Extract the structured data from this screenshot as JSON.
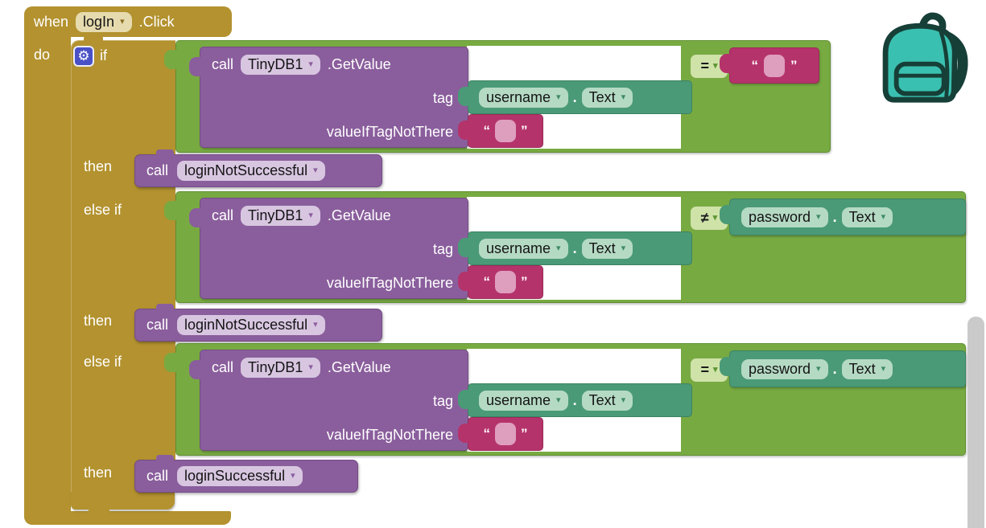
{
  "icons": {
    "dropdown_arrow": "▾",
    "gear": "⚙",
    "quote_open": "“",
    "quote_close": "”",
    "backpack": "backpack-icon"
  },
  "colors": {
    "event_gold": "#b3922f",
    "logic_green": "#78aa42",
    "procedure_purple": "#8a5e9c",
    "component_teal": "#4a9a77",
    "text_magenta": "#b5336b",
    "gear_blue": "#4a51c6",
    "backpack_teal": "#3ac0b0",
    "scrollbar_gray": "#cacaca"
  },
  "event_block": {
    "keyword": "when",
    "component": "logIn",
    "event_suffix": ".Click",
    "do_label": "do"
  },
  "if_block": {
    "if_label": "if",
    "then_label": "then",
    "else_if_label": "else if"
  },
  "get_value_call": {
    "keyword": "call",
    "component": "TinyDB1",
    "method_suffix": ".GetValue",
    "tag_param": "tag",
    "value_param": "valueIfTagNotThere"
  },
  "tag_socket": {
    "component": "username",
    "separator": ".",
    "property": "Text"
  },
  "password_socket": {
    "component": "password",
    "separator": ".",
    "property": "Text"
  },
  "string_literal": {
    "value": ""
  },
  "conditions": {
    "row1_operator": "=",
    "row2_operator": "≠",
    "row3_operator": "="
  },
  "then_calls": {
    "keyword": "call",
    "row1_procedure": "loginNotSuccessful",
    "row2_procedure": "loginNotSuccessful",
    "row3_procedure": "loginSuccessful"
  }
}
